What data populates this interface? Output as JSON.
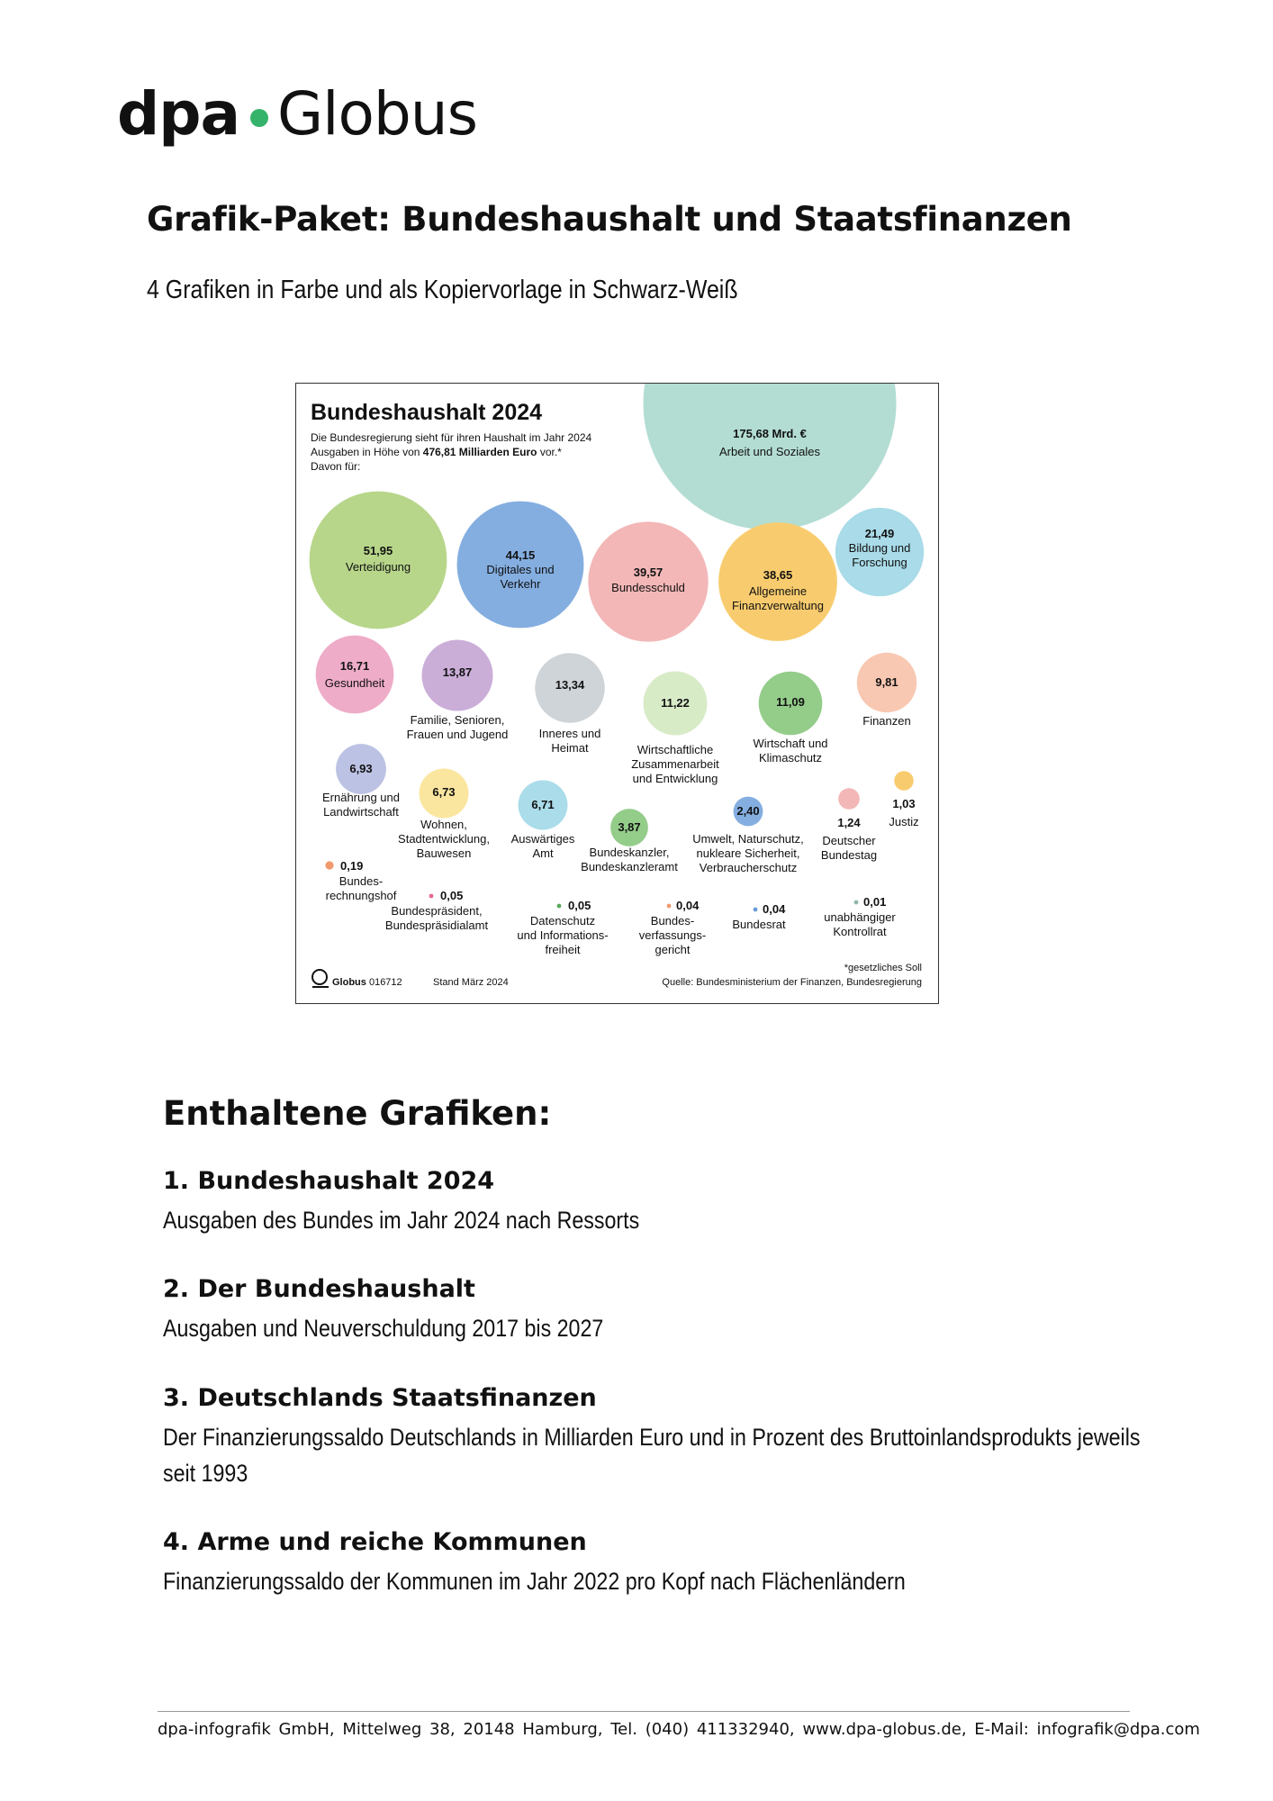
{
  "logo": {
    "part1": "dpa",
    "part2": "Globus",
    "dot_color": "#36b36b"
  },
  "title": "Grafik-Paket: Bundeshaushalt und Staatsfinanzen",
  "subtitle": "4 Grafiken in Farbe und als Kopiervorlage in Schwarz-Weiß",
  "chart_data": {
    "type": "bubble",
    "title": "Bundeshaushalt 2024",
    "intro": [
      "Die Bundesregierung sieht für ihren Haushalt im Jahr 2024",
      "Ausgaben in Höhe von ",
      "476,81 Milliarden Euro",
      " vor.*",
      "Davon für:"
    ],
    "total": 476.81,
    "unit": "Mrd. €",
    "items": [
      {
        "value": 175.68,
        "value_label": "175,68 Mrd. €",
        "label": [
          "Arbeit und Soziales"
        ],
        "color": "#b3ddd3"
      },
      {
        "value": 51.95,
        "value_label": "51,95",
        "label": [
          "Verteidigung"
        ],
        "color": "#b7d68a"
      },
      {
        "value": 44.15,
        "value_label": "44,15",
        "label": [
          "Digitales und",
          "Verkehr"
        ],
        "color": "#84aee0"
      },
      {
        "value": 39.57,
        "value_label": "39,57",
        "label": [
          "Bundesschuld"
        ],
        "color": "#f3b7b7"
      },
      {
        "value": 38.65,
        "value_label": "38,65",
        "label": [
          "Allgemeine",
          "Finanzverwaltung"
        ],
        "color": "#f8cc6e"
      },
      {
        "value": 21.49,
        "value_label": "21,49",
        "label": [
          "Bildung und",
          "Forschung"
        ],
        "color": "#a9dbe8"
      },
      {
        "value": 16.71,
        "value_label": "16,71",
        "label": [
          "Gesundheit"
        ],
        "color": "#eeacc8"
      },
      {
        "value": 13.87,
        "value_label": "13,87",
        "label": [
          "Familie, Senioren,",
          "Frauen und Jugend"
        ],
        "color": "#cbaed8"
      },
      {
        "value": 13.34,
        "value_label": "13,34",
        "label": [
          "Inneres und",
          "Heimat"
        ],
        "color": "#ced4d8"
      },
      {
        "value": 11.22,
        "value_label": "11,22",
        "label": [
          "Wirtschaftliche",
          "Zusammenarbeit",
          "und Entwicklung"
        ],
        "color": "#d8ebc7"
      },
      {
        "value": 11.09,
        "value_label": "11,09",
        "label": [
          "Wirtschaft und",
          "Klimaschutz"
        ],
        "color": "#94cc8a"
      },
      {
        "value": 9.81,
        "value_label": "9,81",
        "label": [
          "Finanzen"
        ],
        "color": "#f8c8b2"
      },
      {
        "value": 6.93,
        "value_label": "6,93",
        "label": [
          "Ernährung und",
          "Landwirtschaft"
        ],
        "color": "#bcc2e4"
      },
      {
        "value": 6.73,
        "value_label": "6,73",
        "label": [
          "Wohnen,",
          "Stadtentwicklung,",
          "Bauwesen"
        ],
        "color": "#fbe6a0"
      },
      {
        "value": 6.71,
        "value_label": "6,71",
        "label": [
          "Auswärtiges",
          "Amt"
        ],
        "color": "#aadcea"
      },
      {
        "value": 3.87,
        "value_label": "3,87",
        "label": [
          "Bundeskanzler,",
          "Bundeskanzleramt"
        ],
        "color": "#94cc8a"
      },
      {
        "value": 2.4,
        "value_label": "2,40",
        "label": [
          "Umwelt, Naturschutz,",
          "nukleare Sicherheit,",
          "Verbraucherschutz"
        ],
        "color": "#84aee0"
      },
      {
        "value": 1.24,
        "value_label": "1,24",
        "label": [
          "Deutscher",
          "Bundestag"
        ],
        "color": "#f3b7b7"
      },
      {
        "value": 1.03,
        "value_label": "1,03",
        "label": [
          "Justiz"
        ],
        "color": "#f8cc6e"
      },
      {
        "value": 0.19,
        "value_label": "0,19",
        "label": [
          "Bundes-",
          "rechnungshof"
        ],
        "color": "#f09a6e"
      },
      {
        "value": 0.05,
        "value_label": "0,05",
        "label": [
          "Bundespräsident,",
          "Bundespräsidialamt"
        ],
        "color": "#e06a8a"
      },
      {
        "value": 0.05,
        "value_label": "0,05",
        "label": [
          "Datenschutz",
          "und Informations-",
          "freiheit"
        ],
        "color": "#5aa85a"
      },
      {
        "value": 0.04,
        "value_label": "0,04",
        "label": [
          "Bundes-",
          "verfassungs-",
          "gericht"
        ],
        "color": "#f09a6e"
      },
      {
        "value": 0.04,
        "value_label": "0,04",
        "label": [
          "Bundesrat"
        ],
        "color": "#6a9ad8"
      },
      {
        "value": 0.01,
        "value_label": "0,01",
        "label": [
          "unabhängiger",
          "Kontrollrat"
        ],
        "color": "#8fb8a8"
      }
    ],
    "footnote": "*gesetzliches Soll",
    "brand": "Globus",
    "graphic_id": "016712",
    "stand": "Stand März 2024",
    "source": "Quelle: Bundesministerium der Finanzen, Bundesregierung"
  },
  "contents": {
    "heading": "Enthaltene Grafiken:",
    "items": [
      {
        "title": "1. Bundeshaushalt 2024",
        "description": "Ausgaben des Bundes im Jahr 2024 nach Ressorts"
      },
      {
        "title": "2. Der Bundeshaushalt",
        "description": "Ausgaben und Neuverschuldung 2017 bis 2027"
      },
      {
        "title": "3. Deutschlands Staatsfinanzen",
        "description": "Der Finanzierungssaldo Deutschlands in Milliarden Euro und in Prozent des Bruttoinlandsprodukts jeweils seit 1993"
      },
      {
        "title": "4. Arme und reiche Kommunen",
        "description": "Finanzierungssaldo der Kommunen im Jahr 2022 pro Kopf nach Flächenländern"
      }
    ]
  },
  "footer": "dpa-infografik GmbH, Mittelweg 38, 20148 Hamburg, Tel. (040) 411332940, www.dpa-globus.de, E-Mail: infografik@dpa.com"
}
